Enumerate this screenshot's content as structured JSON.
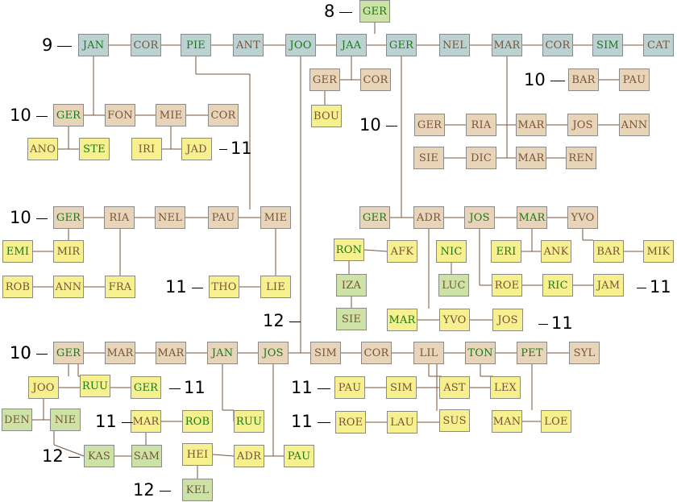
{
  "colors": {
    "blue": "#bcd2d2",
    "tan": "#e8d4b8",
    "yellow": "#f7f08e",
    "green": "#cde2a6",
    "text_green": "#1a7a1a",
    "text_brown": "#7a5438",
    "line": "#7a5438"
  },
  "people": [
    {
      "id": "ger8",
      "name": "GER",
      "fill": "green",
      "text": "green"
    },
    {
      "id": "jan9",
      "name": "JAN",
      "fill": "blue",
      "text": "green"
    },
    {
      "id": "cor9",
      "name": "COR",
      "fill": "blue",
      "text": "brown"
    },
    {
      "id": "pie9",
      "name": "PIE",
      "fill": "blue",
      "text": "green"
    },
    {
      "id": "ant9",
      "name": "ANT",
      "fill": "blue",
      "text": "brown"
    },
    {
      "id": "joo9",
      "name": "JOO",
      "fill": "blue",
      "text": "green"
    },
    {
      "id": "jaa9",
      "name": "JAA",
      "fill": "blue",
      "text": "green"
    },
    {
      "id": "ger9",
      "name": "GER",
      "fill": "blue",
      "text": "green"
    },
    {
      "id": "nel9",
      "name": "NEL",
      "fill": "blue",
      "text": "brown"
    },
    {
      "id": "mar9",
      "name": "MAR",
      "fill": "blue",
      "text": "brown"
    },
    {
      "id": "cor9b",
      "name": "COR",
      "fill": "blue",
      "text": "brown"
    },
    {
      "id": "sim9",
      "name": "SIM",
      "fill": "blue",
      "text": "green"
    },
    {
      "id": "cat9",
      "name": "CAT",
      "fill": "blue",
      "text": "brown"
    },
    {
      "id": "ger_a",
      "name": "GER",
      "fill": "tan",
      "text": "brown"
    },
    {
      "id": "cor_a",
      "name": "COR",
      "fill": "tan",
      "text": "brown"
    },
    {
      "id": "bou",
      "name": "BOU",
      "fill": "yellow",
      "text": "brown"
    },
    {
      "id": "bar10",
      "name": "BAR",
      "fill": "tan",
      "text": "brown"
    },
    {
      "id": "pau10",
      "name": "PAU",
      "fill": "tan",
      "text": "brown"
    },
    {
      "id": "ger10a",
      "name": "GER",
      "fill": "tan",
      "text": "green"
    },
    {
      "id": "fon",
      "name": "FON",
      "fill": "tan",
      "text": "brown"
    },
    {
      "id": "mie10a",
      "name": "MIE",
      "fill": "tan",
      "text": "brown"
    },
    {
      "id": "cor10a",
      "name": "COR",
      "fill": "tan",
      "text": "brown"
    },
    {
      "id": "ano",
      "name": "ANO",
      "fill": "yellow",
      "text": "brown"
    },
    {
      "id": "ste",
      "name": "STE",
      "fill": "yellow",
      "text": "green"
    },
    {
      "id": "iri",
      "name": "IRI",
      "fill": "yellow",
      "text": "brown"
    },
    {
      "id": "jad",
      "name": "JAD",
      "fill": "yellow",
      "text": "brown"
    },
    {
      "id": "ger10b",
      "name": "GER",
      "fill": "tan",
      "text": "brown"
    },
    {
      "id": "ria10b",
      "name": "RIA",
      "fill": "tan",
      "text": "brown"
    },
    {
      "id": "mar10b",
      "name": "MAR",
      "fill": "tan",
      "text": "brown"
    },
    {
      "id": "jos10b",
      "name": "JOS",
      "fill": "tan",
      "text": "brown"
    },
    {
      "id": "ann10b",
      "name": "ANN",
      "fill": "tan",
      "text": "brown"
    },
    {
      "id": "sie10",
      "name": "SIE",
      "fill": "tan",
      "text": "brown"
    },
    {
      "id": "dic10",
      "name": "DIC",
      "fill": "tan",
      "text": "brown"
    },
    {
      "id": "mar10c",
      "name": "MAR",
      "fill": "tan",
      "text": "brown"
    },
    {
      "id": "ren10",
      "name": "REN",
      "fill": "tan",
      "text": "brown"
    },
    {
      "id": "ger10c",
      "name": "GER",
      "fill": "tan",
      "text": "green"
    },
    {
      "id": "ria10c",
      "name": "RIA",
      "fill": "tan",
      "text": "brown"
    },
    {
      "id": "nel10",
      "name": "NEL",
      "fill": "tan",
      "text": "brown"
    },
    {
      "id": "pau10c",
      "name": "PAU",
      "fill": "tan",
      "text": "brown"
    },
    {
      "id": "mie10c",
      "name": "MIE",
      "fill": "tan",
      "text": "brown"
    },
    {
      "id": "emi",
      "name": "EMI",
      "fill": "yellow",
      "text": "green"
    },
    {
      "id": "mir",
      "name": "MIR",
      "fill": "yellow",
      "text": "brown"
    },
    {
      "id": "rob11",
      "name": "ROB",
      "fill": "yellow",
      "text": "brown"
    },
    {
      "id": "ann11",
      "name": "ANN",
      "fill": "yellow",
      "text": "brown"
    },
    {
      "id": "fra",
      "name": "FRA",
      "fill": "yellow",
      "text": "brown"
    },
    {
      "id": "tho",
      "name": "THO",
      "fill": "yellow",
      "text": "brown"
    },
    {
      "id": "lie",
      "name": "LIE",
      "fill": "yellow",
      "text": "brown"
    },
    {
      "id": "ger10d",
      "name": "GER",
      "fill": "tan",
      "text": "green"
    },
    {
      "id": "adr10",
      "name": "ADR",
      "fill": "tan",
      "text": "brown"
    },
    {
      "id": "jos10",
      "name": "JOS",
      "fill": "tan",
      "text": "green"
    },
    {
      "id": "mar10d",
      "name": "MAR",
      "fill": "tan",
      "text": "green"
    },
    {
      "id": "yvo10",
      "name": "YVO",
      "fill": "tan",
      "text": "brown"
    },
    {
      "id": "ron",
      "name": "RON",
      "fill": "yellow",
      "text": "green"
    },
    {
      "id": "afk",
      "name": "AFK",
      "fill": "yellow",
      "text": "brown"
    },
    {
      "id": "nic",
      "name": "NIC",
      "fill": "yellow",
      "text": "green"
    },
    {
      "id": "eri",
      "name": "ERI",
      "fill": "yellow",
      "text": "green"
    },
    {
      "id": "ank",
      "name": "ANK",
      "fill": "yellow",
      "text": "brown"
    },
    {
      "id": "bar11",
      "name": "BAR",
      "fill": "yellow",
      "text": "brown"
    },
    {
      "id": "mik",
      "name": "MIK",
      "fill": "yellow",
      "text": "brown"
    },
    {
      "id": "iza",
      "name": "IZA",
      "fill": "green",
      "text": "brown"
    },
    {
      "id": "luc",
      "name": "LUC",
      "fill": "green",
      "text": "brown"
    },
    {
      "id": "roe11",
      "name": "ROE",
      "fill": "yellow",
      "text": "brown"
    },
    {
      "id": "ric",
      "name": "RIC",
      "fill": "yellow",
      "text": "green"
    },
    {
      "id": "jam",
      "name": "JAM",
      "fill": "yellow",
      "text": "brown"
    },
    {
      "id": "sie12",
      "name": "SIE",
      "fill": "green",
      "text": "brown"
    },
    {
      "id": "mar11",
      "name": "MAR",
      "fill": "yellow",
      "text": "green"
    },
    {
      "id": "yvo11",
      "name": "YVO",
      "fill": "yellow",
      "text": "brown"
    },
    {
      "id": "jos11",
      "name": "JOS",
      "fill": "yellow",
      "text": "brown"
    },
    {
      "id": "ger10e",
      "name": "GER",
      "fill": "tan",
      "text": "green"
    },
    {
      "id": "mar10e",
      "name": "MAR",
      "fill": "tan",
      "text": "brown"
    },
    {
      "id": "mar10f",
      "name": "MAR",
      "fill": "tan",
      "text": "brown"
    },
    {
      "id": "jan10",
      "name": "JAN",
      "fill": "tan",
      "text": "green"
    },
    {
      "id": "jos10e",
      "name": "JOS",
      "fill": "tan",
      "text": "green"
    },
    {
      "id": "sim10",
      "name": "SIM",
      "fill": "tan",
      "text": "brown"
    },
    {
      "id": "cor10e",
      "name": "COR",
      "fill": "tan",
      "text": "brown"
    },
    {
      "id": "lil",
      "name": "LIL",
      "fill": "tan",
      "text": "brown"
    },
    {
      "id": "ton",
      "name": "TON",
      "fill": "tan",
      "text": "green"
    },
    {
      "id": "pet",
      "name": "PET",
      "fill": "tan",
      "text": "green"
    },
    {
      "id": "syl",
      "name": "SYL",
      "fill": "tan",
      "text": "brown"
    },
    {
      "id": "joo11",
      "name": "JOO",
      "fill": "yellow",
      "text": "brown"
    },
    {
      "id": "ruu11",
      "name": "RUU",
      "fill": "yellow",
      "text": "green"
    },
    {
      "id": "ger11",
      "name": "GER",
      "fill": "yellow",
      "text": "green"
    },
    {
      "id": "pau11",
      "name": "PAU",
      "fill": "yellow",
      "text": "brown"
    },
    {
      "id": "sim11",
      "name": "SIM",
      "fill": "yellow",
      "text": "brown"
    },
    {
      "id": "ast",
      "name": "AST",
      "fill": "yellow",
      "text": "brown"
    },
    {
      "id": "lex",
      "name": "LEX",
      "fill": "yellow",
      "text": "brown"
    },
    {
      "id": "den",
      "name": "DEN",
      "fill": "green",
      "text": "brown"
    },
    {
      "id": "nie",
      "name": "NIE",
      "fill": "green",
      "text": "brown"
    },
    {
      "id": "mar11b",
      "name": "MAR",
      "fill": "yellow",
      "text": "brown"
    },
    {
      "id": "rob11b",
      "name": "ROB",
      "fill": "yellow",
      "text": "green"
    },
    {
      "id": "ruu11b",
      "name": "RUU",
      "fill": "yellow",
      "text": "green"
    },
    {
      "id": "roe11b",
      "name": "ROE",
      "fill": "yellow",
      "text": "brown"
    },
    {
      "id": "lau",
      "name": "LAU",
      "fill": "yellow",
      "text": "brown"
    },
    {
      "id": "sus",
      "name": "SUS",
      "fill": "yellow",
      "text": "brown"
    },
    {
      "id": "man",
      "name": "MAN",
      "fill": "yellow",
      "text": "brown"
    },
    {
      "id": "loe",
      "name": "LOE",
      "fill": "yellow",
      "text": "brown"
    },
    {
      "id": "kas",
      "name": "KAS",
      "fill": "green",
      "text": "brown"
    },
    {
      "id": "sam",
      "name": "SAM",
      "fill": "green",
      "text": "brown"
    },
    {
      "id": "hei",
      "name": "HEI",
      "fill": "yellow",
      "text": "brown"
    },
    {
      "id": "adr11",
      "name": "ADR",
      "fill": "yellow",
      "text": "brown"
    },
    {
      "id": "pau11b",
      "name": "PAU",
      "fill": "yellow",
      "text": "green"
    },
    {
      "id": "kel",
      "name": "KEL",
      "fill": "green",
      "text": "brown"
    }
  ],
  "generation_labels": [
    {
      "id": "g8",
      "text": "8"
    },
    {
      "id": "g9",
      "text": "9"
    },
    {
      "id": "g10a",
      "text": "10"
    },
    {
      "id": "g10b",
      "text": "10"
    },
    {
      "id": "g10c",
      "text": "10"
    },
    {
      "id": "g10d",
      "text": "10"
    },
    {
      "id": "g11a",
      "text": "11"
    },
    {
      "id": "g10e",
      "text": "10"
    },
    {
      "id": "g11b",
      "text": "11"
    },
    {
      "id": "g11c",
      "text": "11"
    },
    {
      "id": "g12a",
      "text": "12"
    },
    {
      "id": "g11d",
      "text": "11"
    },
    {
      "id": "g10f",
      "text": "10"
    },
    {
      "id": "g11e",
      "text": "11"
    },
    {
      "id": "g11f",
      "text": "11"
    },
    {
      "id": "g11g",
      "text": "11"
    },
    {
      "id": "g11h",
      "text": "11"
    },
    {
      "id": "g12b",
      "text": "12"
    },
    {
      "id": "g12c",
      "text": "12"
    }
  ]
}
